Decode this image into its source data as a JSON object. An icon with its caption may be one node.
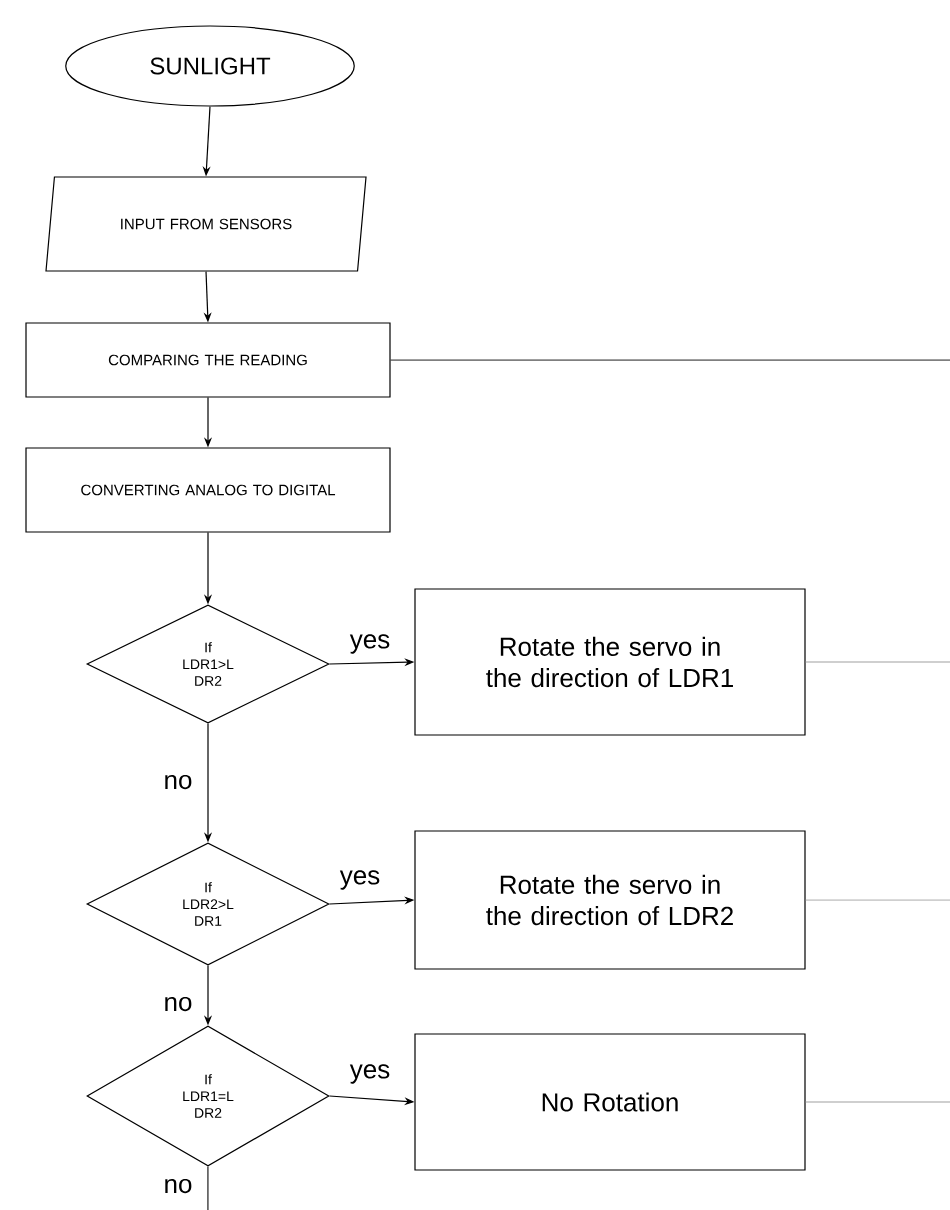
{
  "diagram": {
    "nodes": [
      {
        "text": [
          "SUNLIGHT"
        ]
      },
      {
        "text": [
          "INPUT FROM SENSORS"
        ]
      },
      {
        "text": [
          "COMPARING THE READING"
        ]
      },
      {
        "text": [
          "CONVERTING ANALOG TO DIGITAL"
        ]
      },
      {
        "text": [
          "If LDR1>L DR2"
        ]
      },
      {
        "text": [
          "Rotate the servo in the direction of LDR1"
        ]
      },
      {
        "text": [
          "If LDR2>L DR1"
        ]
      },
      {
        "text": [
          "Rotate the servo in the direction of LDR2"
        ]
      },
      {
        "text": [
          "If LDR1=L DR2"
        ]
      },
      {
        "text": [
          "No Rotation"
        ]
      }
    ],
    "edges": [
      {
        "from": 0,
        "to": 1,
        "arrow": "to"
      },
      {
        "from": 1,
        "to": 2,
        "arrow": "to"
      },
      {
        "from": 2,
        "to": 3,
        "arrow": "to"
      },
      {
        "from": 3,
        "to": 4,
        "arrow": "to"
      },
      {
        "from": 4,
        "to": 5,
        "arrow": "to",
        "label": "yes"
      },
      {
        "from": 4,
        "to": 6,
        "arrow": "to",
        "label": "no"
      },
      {
        "from": 6,
        "to": 7,
        "arrow": "to",
        "label": "yes"
      },
      {
        "from": 6,
        "to": 8,
        "arrow": "to",
        "label": "no"
      },
      {
        "from": 8,
        "to": 9,
        "arrow": "to",
        "label": "yes"
      },
      {
        "from": 8,
        "to": null,
        "arrow": "none",
        "label": "no"
      },
      {
        "from": 2,
        "to": null,
        "arrow": "none"
      },
      {
        "from": 5,
        "to": null,
        "arrow": "none",
        "color": "#a0a0a0"
      },
      {
        "from": 7,
        "to": null,
        "arrow": "none",
        "color": "#a0a0a0"
      },
      {
        "from": 9,
        "to": null,
        "arrow": "none",
        "color": "#a0a0a0"
      }
    ]
  }
}
